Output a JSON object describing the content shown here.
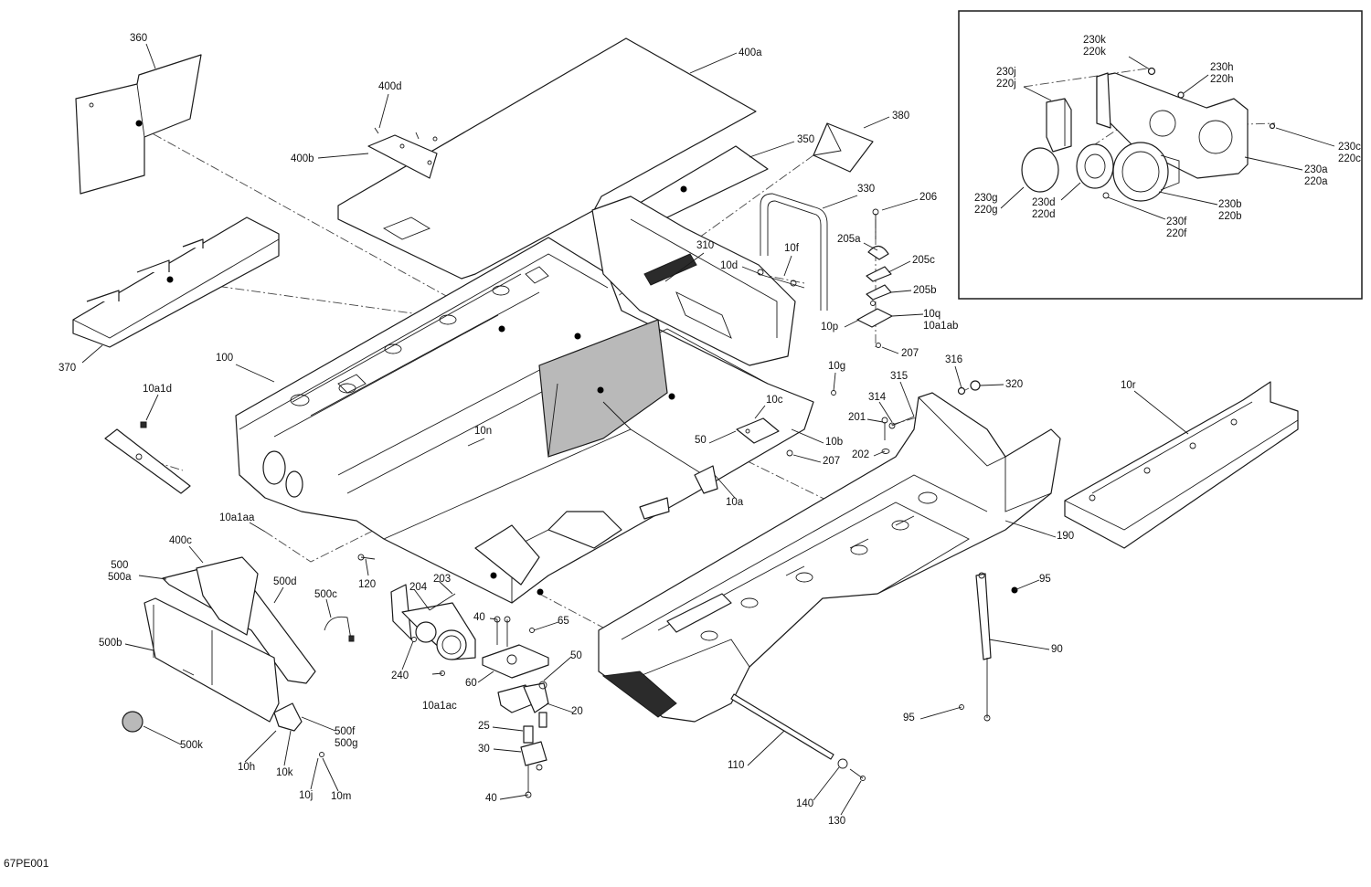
{
  "diagram_ref": "67PE001",
  "callouts": [
    {
      "id": "c360",
      "text": "360"
    },
    {
      "id": "c400a",
      "text": "400a"
    },
    {
      "id": "c400d",
      "text": "400d"
    },
    {
      "id": "c400b",
      "text": "400b"
    },
    {
      "id": "c380",
      "text": "380"
    },
    {
      "id": "c350",
      "text": "350"
    },
    {
      "id": "c330",
      "text": "330"
    },
    {
      "id": "c206",
      "text": "206"
    },
    {
      "id": "c310",
      "text": "310"
    },
    {
      "id": "c205a",
      "text": "205a"
    },
    {
      "id": "c10f",
      "text": "10f"
    },
    {
      "id": "c10d",
      "text": "10d"
    },
    {
      "id": "c205c",
      "text": "205c"
    },
    {
      "id": "c205b",
      "text": "205b"
    },
    {
      "id": "c10q",
      "text": "10q\n10a1ab"
    },
    {
      "id": "c10p",
      "text": "10p"
    },
    {
      "id": "c207a",
      "text": "207"
    },
    {
      "id": "c370",
      "text": "370"
    },
    {
      "id": "c100",
      "text": "100"
    },
    {
      "id": "c10a1d",
      "text": "10a1d"
    },
    {
      "id": "c10g",
      "text": "10g"
    },
    {
      "id": "c316",
      "text": "316"
    },
    {
      "id": "c320",
      "text": "320"
    },
    {
      "id": "c315",
      "text": "315"
    },
    {
      "id": "c314",
      "text": "314"
    },
    {
      "id": "c10r",
      "text": "10r"
    },
    {
      "id": "c10c",
      "text": "10c"
    },
    {
      "id": "c201",
      "text": "201"
    },
    {
      "id": "c10n",
      "text": "10n"
    },
    {
      "id": "c50a",
      "text": "50"
    },
    {
      "id": "c10b",
      "text": "10b"
    },
    {
      "id": "c202",
      "text": "202"
    },
    {
      "id": "c207b",
      "text": "207"
    },
    {
      "id": "c10a",
      "text": "10a"
    },
    {
      "id": "c10a1aa",
      "text": "10a1aa"
    },
    {
      "id": "c190",
      "text": "190"
    },
    {
      "id": "c400c",
      "text": "400c"
    },
    {
      "id": "c500",
      "text": "500\n500a"
    },
    {
      "id": "c500d",
      "text": "500d"
    },
    {
      "id": "c120",
      "text": "120"
    },
    {
      "id": "c204",
      "text": "204"
    },
    {
      "id": "c203",
      "text": "203"
    },
    {
      "id": "c500c",
      "text": "500c"
    },
    {
      "id": "c95a",
      "text": "95"
    },
    {
      "id": "c500b",
      "text": "500b"
    },
    {
      "id": "c40a",
      "text": "40"
    },
    {
      "id": "c65",
      "text": "65"
    },
    {
      "id": "c90",
      "text": "90"
    },
    {
      "id": "c240",
      "text": "240"
    },
    {
      "id": "c50b",
      "text": "50"
    },
    {
      "id": "c60",
      "text": "60"
    },
    {
      "id": "c10a1ac",
      "text": "10a1ac"
    },
    {
      "id": "c20",
      "text": "20"
    },
    {
      "id": "c95b",
      "text": "95"
    },
    {
      "id": "c25",
      "text": "25"
    },
    {
      "id": "c500f",
      "text": "500f\n500g"
    },
    {
      "id": "c500k",
      "text": "500k"
    },
    {
      "id": "c30",
      "text": "30"
    },
    {
      "id": "c110",
      "text": "110"
    },
    {
      "id": "c10h",
      "text": "10h"
    },
    {
      "id": "c10k",
      "text": "10k"
    },
    {
      "id": "c10j",
      "text": "10j"
    },
    {
      "id": "c10m",
      "text": "10m"
    },
    {
      "id": "c40b",
      "text": "40"
    },
    {
      "id": "c140",
      "text": "140"
    },
    {
      "id": "c130",
      "text": "130"
    },
    {
      "id": "c230k",
      "text": "230k\n220k"
    },
    {
      "id": "c230j",
      "text": "230j\n220j"
    },
    {
      "id": "c230h",
      "text": "230h\n220h"
    },
    {
      "id": "c230c",
      "text": "230c\n220c"
    },
    {
      "id": "c230a",
      "text": "230a\n220a"
    },
    {
      "id": "c230g",
      "text": "230g\n220g"
    },
    {
      "id": "c230d",
      "text": "230d\n220d"
    },
    {
      "id": "c230b",
      "text": "230b\n220b"
    },
    {
      "id": "c230f",
      "text": "230f\n220f"
    }
  ]
}
